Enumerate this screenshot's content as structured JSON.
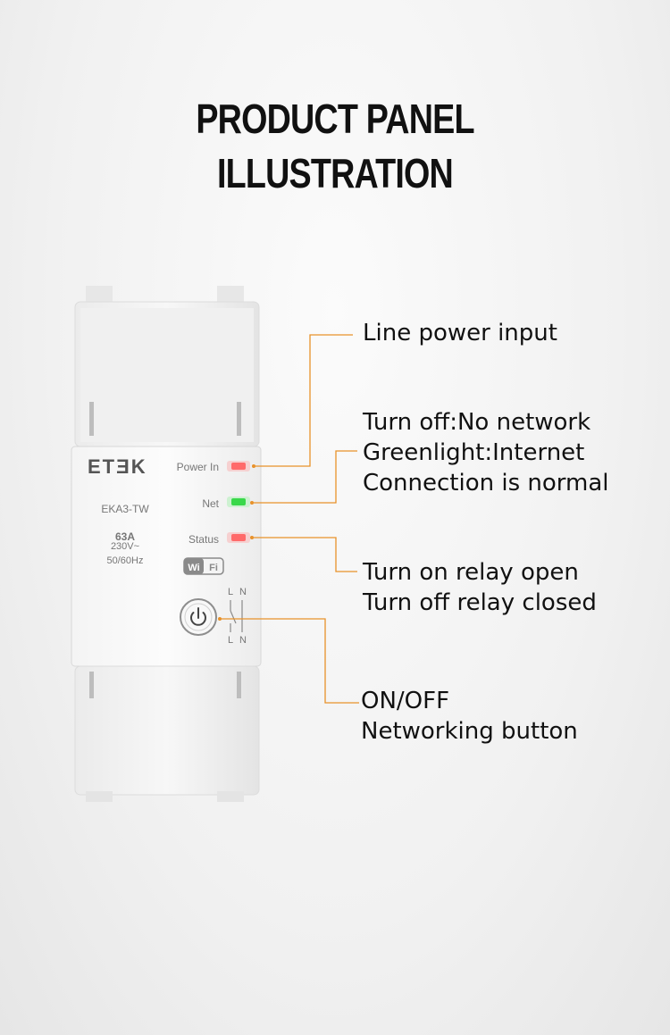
{
  "title": {
    "line1": "PRODUCT PANEL",
    "line2": "ILLUSTRATION"
  },
  "device": {
    "brand": "ETƎK",
    "model": "EKA3-TW",
    "current": "63A",
    "voltage": "230V~",
    "frequency": "50/60Hz",
    "wifi_badge": {
      "left": "Wi",
      "right": "Fi"
    },
    "indicator_labels": {
      "power_in": "Power In",
      "net": "Net",
      "status": "Status"
    },
    "terminal_labels": {
      "top_left": "L",
      "top_right": "N",
      "bottom_left": "L",
      "bottom_right": "N"
    },
    "led_colors": {
      "power_in": "#ff6a6a",
      "net": "#39d84a",
      "status": "#ff6a6a"
    }
  },
  "callouts": {
    "power_input": {
      "line1": "Line power input"
    },
    "net": {
      "line1": "Turn off:No network",
      "line2": "Greenlight:Internet",
      "line3": "Connection is normal"
    },
    "status": {
      "line1": "Turn on relay open",
      "line2": "Turn off relay closed"
    },
    "button": {
      "line1": "ON/OFF",
      "line2": "Networking button"
    }
  },
  "accent_color": "#e8922a"
}
